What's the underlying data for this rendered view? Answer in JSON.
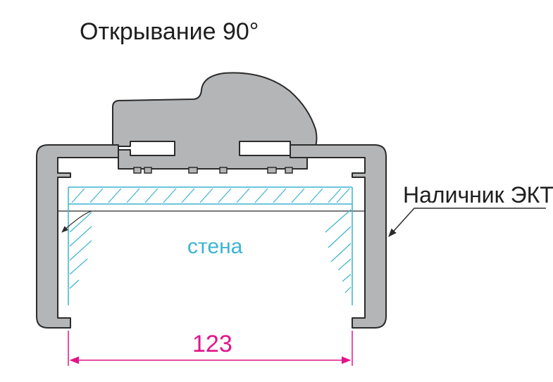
{
  "title": "Открывание 90°",
  "callout_label": "Наличник ЭКТ",
  "wall_label": "стена",
  "dimension_value": "123",
  "colors": {
    "profile_fill": "#b4b5b7",
    "outline": "#2b2b2b",
    "wall_hatch": "#3cb4d2",
    "dimension": "#e0158a",
    "text": "#1e1e1e"
  }
}
